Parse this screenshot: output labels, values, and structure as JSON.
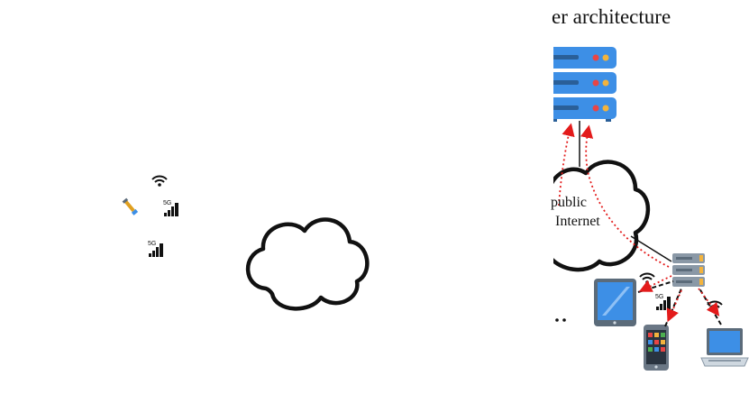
{
  "diagram": {
    "title": "er architecture",
    "cloud_label_line1": "public",
    "cloud_label_line2": "Internet",
    "signal_labels": {
      "left_top": "5G",
      "left_bottom": "5G",
      "right": "5G"
    }
  },
  "colors": {
    "server_blue": "#3d8fe6",
    "server_dark": "#2a5f98",
    "edge_server": "#8a98a6",
    "arrow_red": "#e31b1b",
    "line_dark": "#111111"
  },
  "icons": [
    "wifi-icon",
    "cellular-signal-icon",
    "antenna-icon",
    "cloud-icon",
    "server-rack-icon",
    "edge-server-icon",
    "tablet-icon",
    "smartphone-icon",
    "laptop-icon"
  ]
}
